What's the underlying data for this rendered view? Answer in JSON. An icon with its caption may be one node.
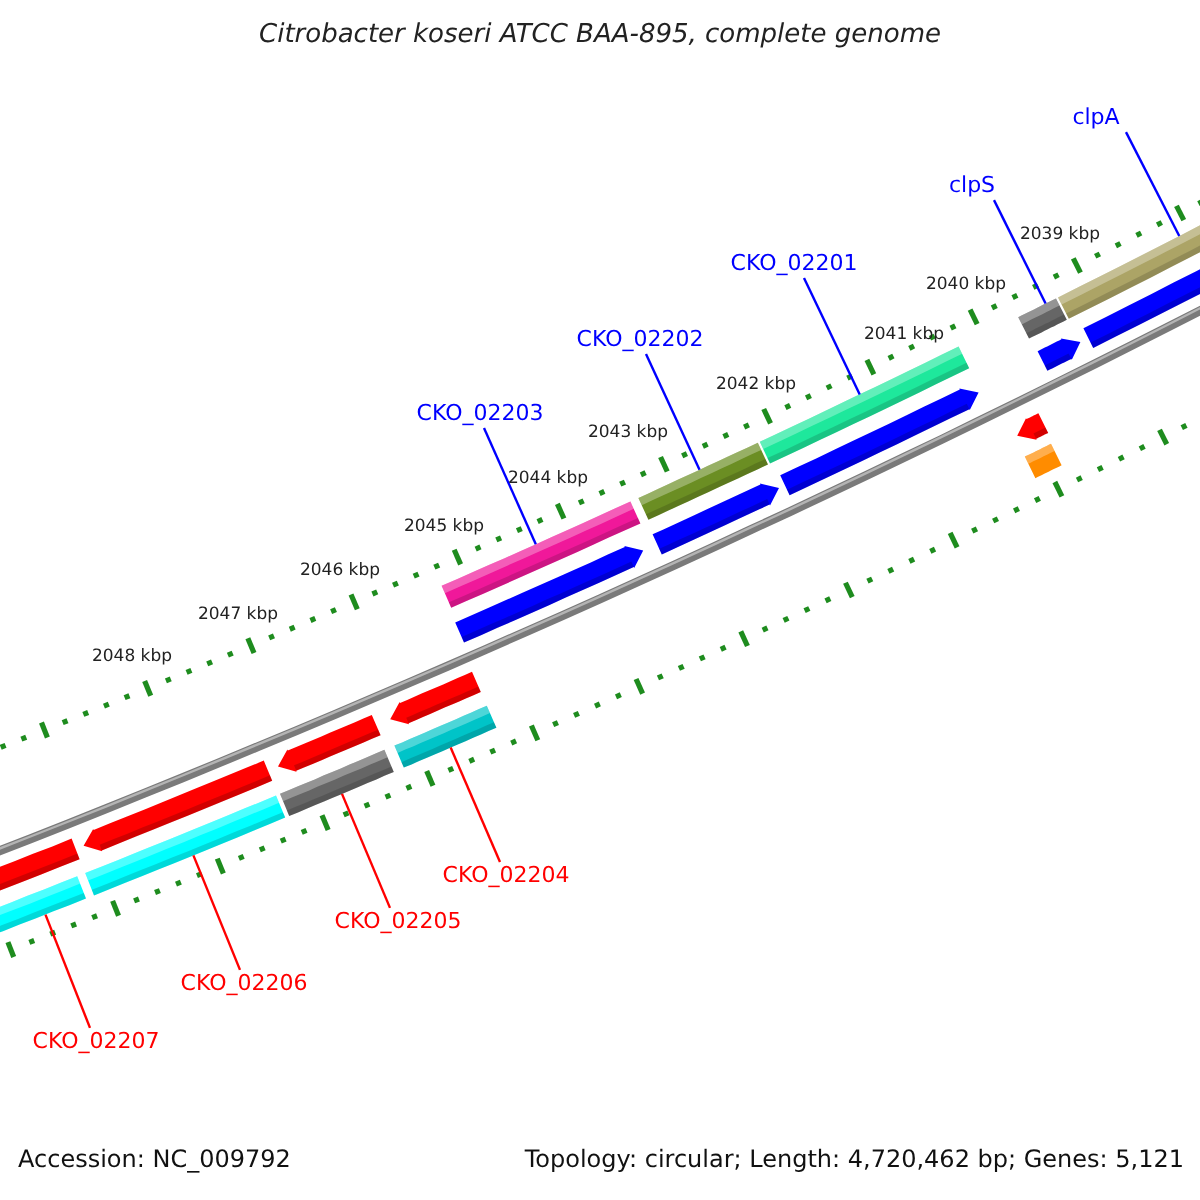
{
  "diagram": {
    "title": "Citrobacter koseri ATCC BAA-895, complete genome",
    "nodes": [
      {
        "text": [
          "clpA"
        ]
      },
      {
        "text": [
          "clpS"
        ]
      },
      {
        "text": [
          "CKO_02201"
        ]
      },
      {
        "text": [
          "CKO_02202"
        ]
      },
      {
        "text": [
          "CKO_02203"
        ]
      },
      {
        "text": [
          "CKO_02204"
        ]
      },
      {
        "text": [
          "CKO_02205"
        ]
      },
      {
        "text": [
          "CKO_02206"
        ]
      },
      {
        "text": [
          "CKO_02207"
        ]
      },
      {
        "text": [],
        "shape": "bar"
      },
      {
        "text": [],
        "shape": "bar"
      },
      {
        "text": [],
        "shape": "bar"
      },
      {
        "text": [],
        "shape": "bar"
      },
      {
        "text": [],
        "shape": "bar"
      },
      {
        "text": [],
        "shape": "bar"
      },
      {
        "text": [],
        "shape": "bar"
      },
      {
        "text": [],
        "shape": "bar"
      },
      {
        "text": [],
        "shape": "bar"
      }
    ],
    "edges": [
      {
        "from": 0,
        "to": 9,
        "arrow": "none"
      },
      {
        "from": 1,
        "to": 10,
        "arrow": "none"
      },
      {
        "from": 2,
        "to": 11,
        "arrow": "none"
      },
      {
        "from": 3,
        "to": 12,
        "arrow": "none"
      },
      {
        "from": 4,
        "to": 13,
        "arrow": "none"
      },
      {
        "from": 5,
        "to": 14,
        "arrow": "none",
        "color": "#ff0000"
      },
      {
        "from": 6,
        "to": 15,
        "arrow": "none",
        "color": "#ff0000"
      },
      {
        "from": 7,
        "to": 16,
        "arrow": "none",
        "color": "#ff0000"
      },
      {
        "from": 8,
        "to": 17,
        "arrow": "none",
        "color": "#ff0000"
      }
    ],
    "labels": [
      "2039 kbp",
      "2040 kbp",
      "2041 kbp",
      "2042 kbp",
      "2043 kbp",
      "2044 kbp",
      "2045 kbp",
      "2046 kbp",
      "2047 kbp",
      "2048 kbp",
      "Accession: NC_009792",
      "Topology: circular; Length: 4,720,462 bp; Genes: 5,121"
    ]
  }
}
